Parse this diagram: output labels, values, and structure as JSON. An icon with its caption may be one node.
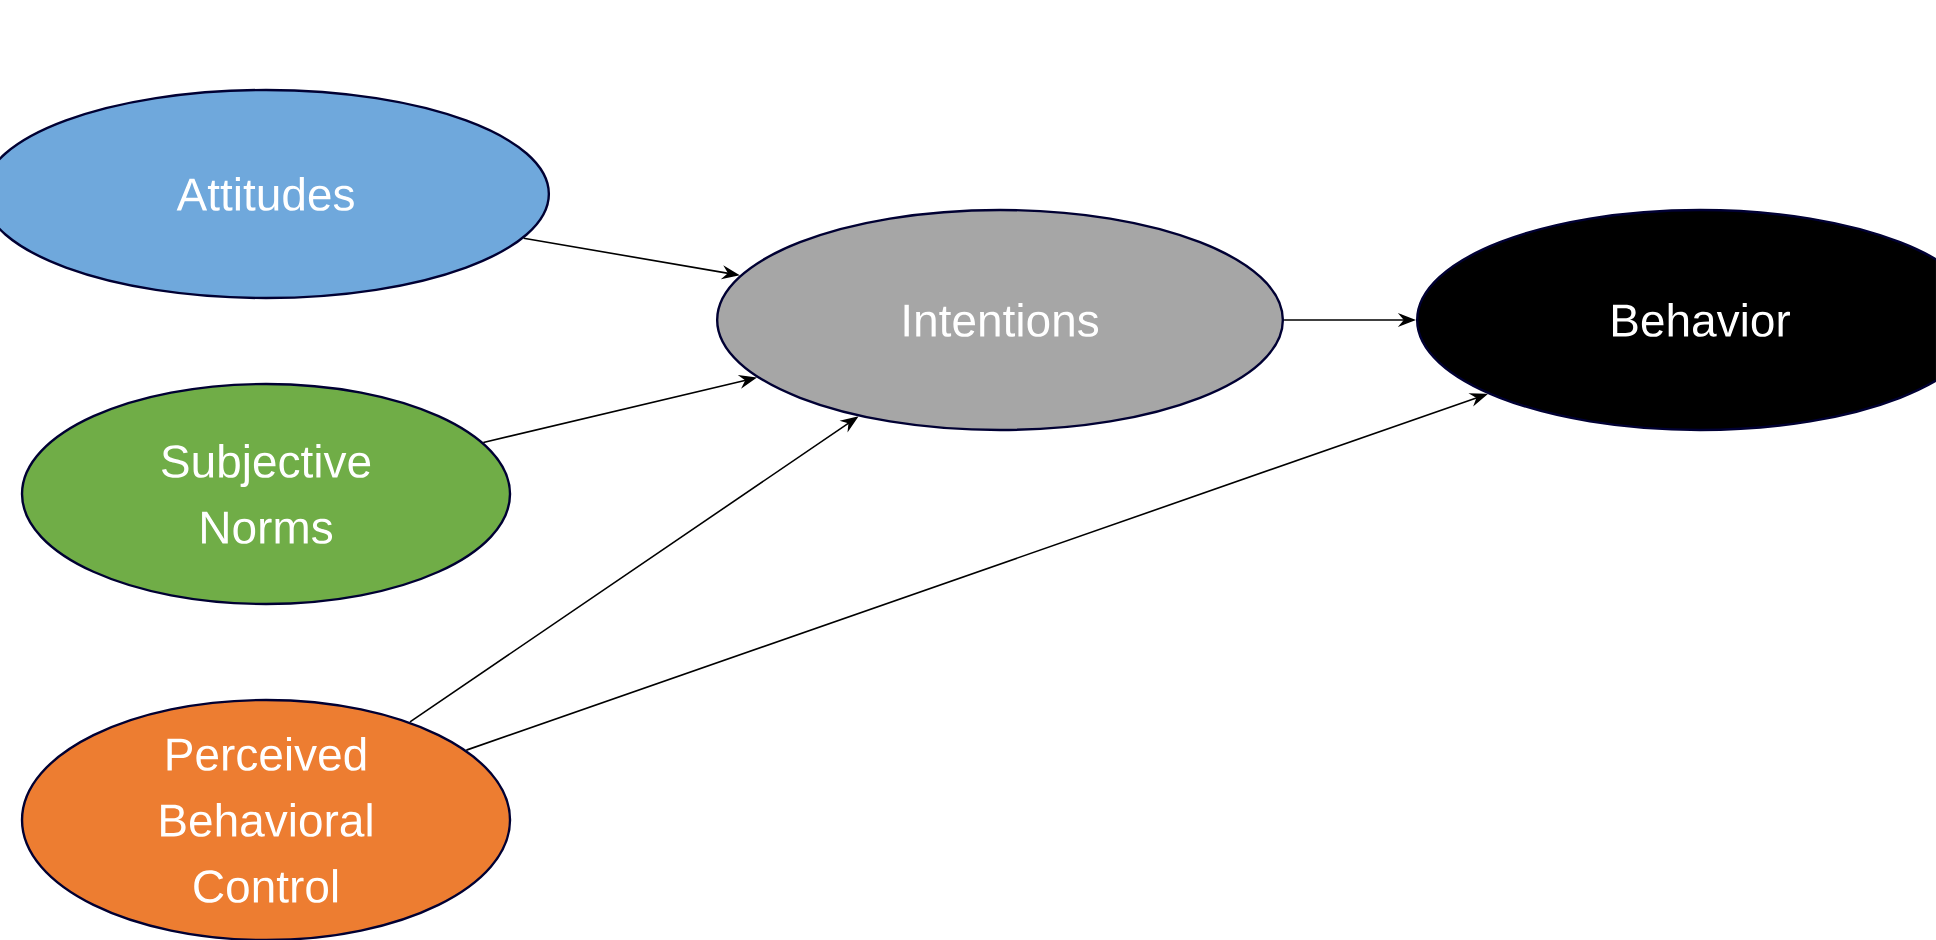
{
  "diagram": {
    "nodes": [
      {
        "text": [
          "Attitudes"
        ]
      },
      {
        "text": [
          "Subjective Norms"
        ]
      },
      {
        "text": [
          "Perceived Behavioral Control"
        ]
      },
      {
        "text": [
          "Intentions"
        ]
      },
      {
        "text": [
          "Behavior"
        ]
      }
    ],
    "edges": [
      {
        "from": 0,
        "to": 3,
        "arrow": "to"
      },
      {
        "from": 1,
        "to": 3,
        "arrow": "to"
      },
      {
        "from": 2,
        "to": 3,
        "arrow": "to"
      },
      {
        "from": 3,
        "to": 4,
        "arrow": "to"
      },
      {
        "from": 2,
        "to": 4,
        "arrow": "to"
      }
    ]
  }
}
